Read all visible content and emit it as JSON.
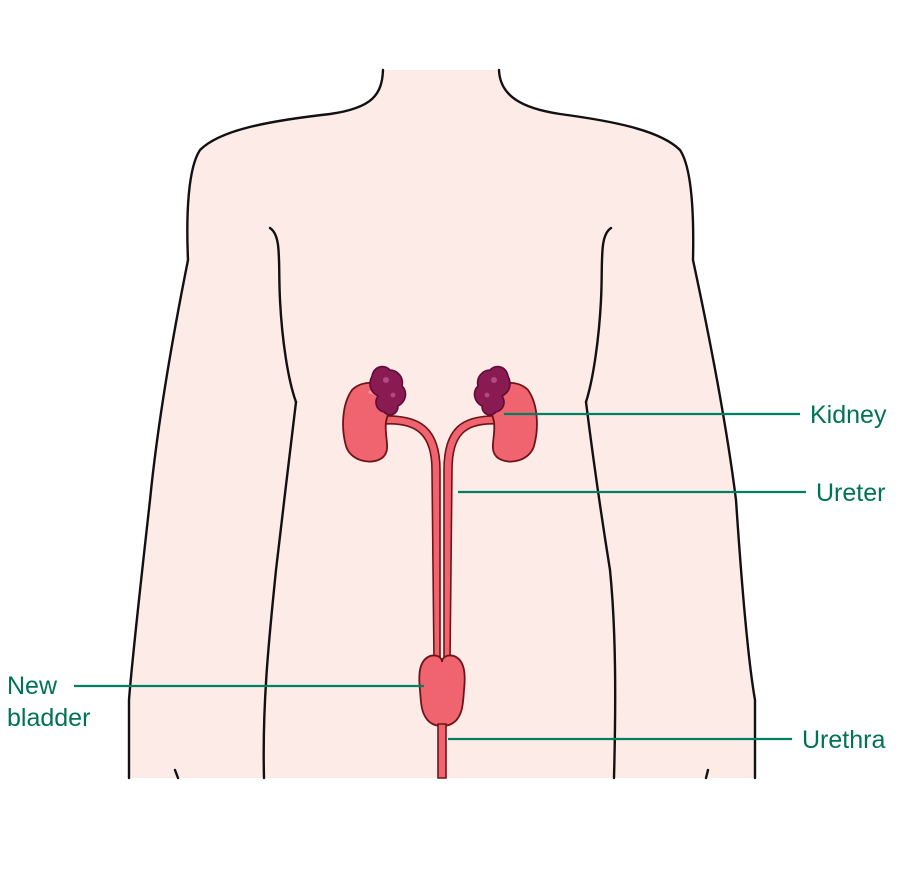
{
  "labels": {
    "kidney": "Kidney",
    "ureter": "Ureter",
    "new_bladder_line1": "New",
    "new_bladder_line2": "bladder",
    "urethra": "Urethra"
  },
  "colors": {
    "skin": "#fdebe8",
    "outline": "#111111",
    "organ": "#f06470",
    "organ_outline": "#6e1418",
    "organ_highlight": "#f8939a",
    "adrenal": "#8a1a52",
    "adrenal_dark": "#5e0c36",
    "adrenal_spot": "#b04a80",
    "leader": "#008060",
    "label_text": "#007355"
  }
}
